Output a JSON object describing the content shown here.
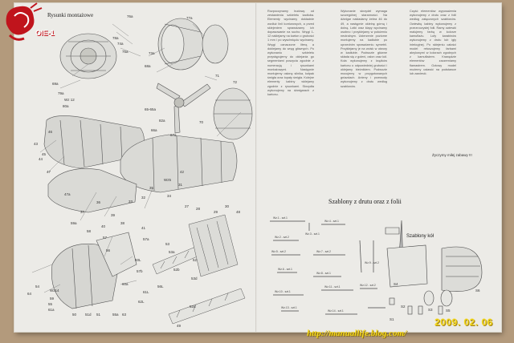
{
  "left_page": {
    "heading": "Rysunki montażowe"
  },
  "right_page": {
    "section_heading": "Szablony z drutu oraz z folii",
    "wheel_label": "Szablony kół",
    "signoff": "Życzymy miłej zabawy !!!",
    "text_columns": [
      "Rozpoczynamy budowę od zestawienia szkieletu kadłuba. Elementy wycinamy dokładnie wzdłuż linii konturowych, a przed sklejeniem sprawdzamy ich dopasowanie na sucho. Wręgi 1-12 naklejamy na karton o grubości 1 mm i po wyschnięciu wycinamy. Wręgi oznaczone literą a doklejamy do wręg głównych. Po wykonaniu szkieletu przystępujemy do oklejania go segmentami poszycia zgodnie z numeracją i rysunkami montażowymi. Następnie montujemy osłonę silnika, kołpak śmigła oraz łopaty śmigła. Kolejne elementy kabiny wklejamy zgodnie z rysunkami. Skrzydła wykonujemy na dźwigarach z kartonu.",
      "Wykonanie skrzydeł wymaga szczególnej staranności. Na dźwigar nakładamy żebra 46 do 49, a następnie okleinę górną i dolną. Lotki oraz klapy wycinamy osobno i przyklejamy w położeniu neutralnym. Usterzenie poziome montujemy na kadłubie po uprzednim sprawdzeniu symetrii. Przyklejamy je na wcisk w otwory w kadłubie. Podwozie główne składa się z goleni, osłon oraz kół. Koła wykonujemy z krążków kartonu o odpowiedniej grubości i oklejamy bieżnikiem. Podwozie mocujemy w przygotowanych gniazdach. Anteny i przewody wykonujemy z drutu według szablonów.",
      "Część elementów wyposażenia wykonujemy z drutu oraz z folii według załączonych szablonów. Owiewkę kabiny wykonujemy z przezroczystej folii. Ramy owiewki malujemy farbą w kolorze kamuflażu. Lufy karabinów wykonujemy z drutu lub igły iniekcyjnej. Po sklejeniu całości model retuszujemy farbami akrylowymi w kolorach zgodnych z kamuflażem. Krawędzie elementów zaczerniamy flamastrem. Gotowy model możemy ustawić na podstawce lub zawiesić."
    ],
    "templates": [
      {
        "label": "Wz.1 - szt.1"
      },
      {
        "label": "Wz.2 - szt.2"
      },
      {
        "label": "Wz.3 - szt.1"
      },
      {
        "label": "Wz.4 - szt.1"
      },
      {
        "label": "Wz.5 - szt.2"
      },
      {
        "label": "Wz.6 - szt.1"
      },
      {
        "label": "Wz.7 - szt.2"
      },
      {
        "label": "Wz.8 - szt.1"
      },
      {
        "label": "Wz.9 - szt.2"
      },
      {
        "label": "Wz.10 - szt.1"
      },
      {
        "label": "Wz.11 - szt.1"
      },
      {
        "label": "Wz.12 - szt.2"
      },
      {
        "label": "Wz.13 - szt.1"
      },
      {
        "label": "Wz.14 - szt.1"
      }
    ],
    "wheel_parts": [
      "S1",
      "S2",
      "S3",
      "S4",
      "S5",
      "S6"
    ]
  },
  "part_labels": {
    "top": [
      "76a",
      "78a",
      "74a",
      "75a",
      "77a",
      "69a",
      "73a",
      "72",
      "71",
      "68a",
      "70",
      "Wz 12",
      "79a",
      "80a",
      "65-65a",
      "82a",
      "66a",
      "67a"
    ],
    "middle": [
      "47",
      "43",
      "44",
      "46",
      "45",
      "27",
      "28",
      "29",
      "30",
      "31",
      "32",
      "33",
      "34",
      "35",
      "36",
      "37",
      "38",
      "39",
      "40",
      "41",
      "42",
      "47a",
      "48",
      "Wz5"
    ],
    "bottom": [
      "59a",
      "59",
      "58",
      "57",
      "56",
      "55",
      "54",
      "53",
      "52",
      "51",
      "50",
      "49",
      "57a",
      "57b",
      "60L",
      "61L",
      "62L",
      "63",
      "64",
      "Wz14",
      "52a",
      "53a",
      "53d",
      "52b",
      "51d",
      "55a",
      "56L",
      "60a",
      "61a"
    ]
  },
  "stamp": {
    "brand": "OIE-1",
    "date": "2009. 02. 06",
    "url": "http://manuallife.blog.com/"
  },
  "colors": {
    "background": "#b39a7c",
    "paper": "#ecebe7",
    "logo_red": "#c0141c",
    "stamp_yellow": "#f4d81c"
  }
}
